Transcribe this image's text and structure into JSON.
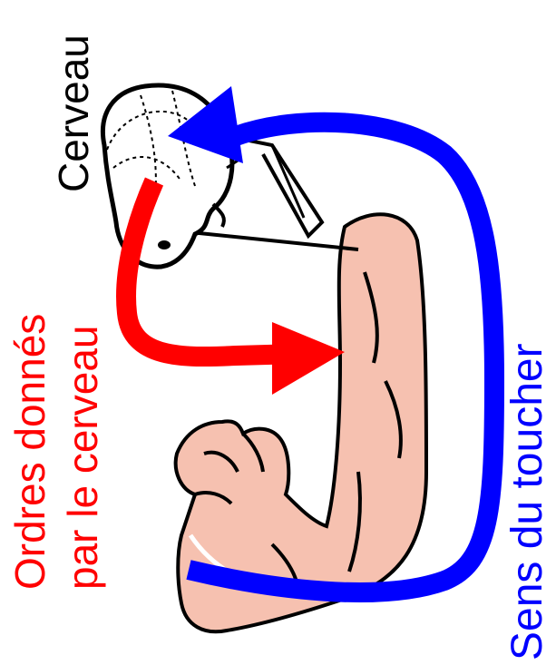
{
  "labels": {
    "brain": "Cerveau",
    "orders_line1": "Ordres donnés",
    "orders_line2": "par le cerveau",
    "touch": "Sens du toucher"
  },
  "colors": {
    "brain_label": "#000000",
    "orders": "#ff0000",
    "touch": "#0000ff",
    "skin": "#f6c1b0",
    "outline": "#000000"
  },
  "icons": {
    "head": "head-icon",
    "arm": "flexed-arm-icon",
    "orders_arrow": "red-arrow-icon",
    "touch_arrow": "blue-arrow-icon"
  }
}
